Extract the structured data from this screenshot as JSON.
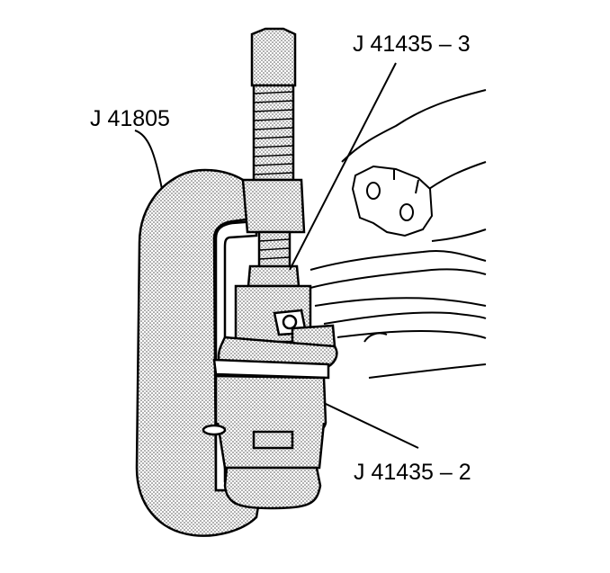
{
  "diagram": {
    "labels": {
      "tool_j41435_3": "J 41435 – 3",
      "tool_j41805": "J 41805",
      "tool_j41435_2": "J 41435 – 2"
    }
  },
  "colors": {
    "line": "#000000",
    "stipple_fill": "#d9d9d9",
    "background": "#ffffff"
  }
}
